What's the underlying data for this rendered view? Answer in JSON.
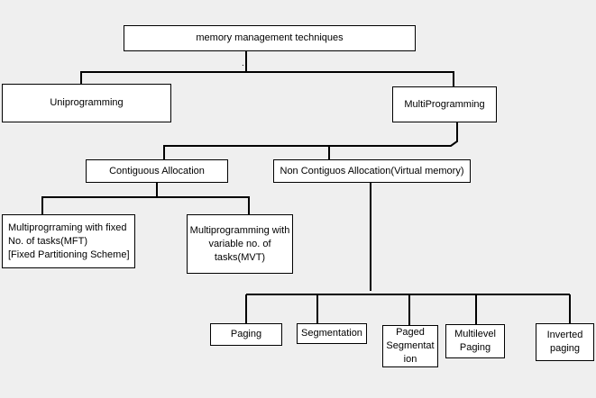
{
  "nodes": {
    "root": "memory management techniques",
    "uniprogramming": "Uniprogramming",
    "multiprogramming": "MultiProgramming",
    "contiguous": "Contiguous Allocation",
    "non_contiguous": "Non Contiguos Allocation(Virtual memory)",
    "mft": [
      "Multiprogrraming with fixed",
      "No. of tasks(MFT)",
      "[Fixed Partitioning Scheme]"
    ],
    "mvt": [
      "Multiprogramming with",
      "variable no. of",
      "tasks(MVT)"
    ],
    "paging": "Paging",
    "segmentation": "Segmentation",
    "paged_segmentation": [
      "Paged",
      "Segmentat",
      "ion"
    ],
    "multilevel_paging": [
      "Multilevel",
      "Paging"
    ],
    "inverted_paging": [
      "Inverted",
      "paging"
    ]
  },
  "decoration": {
    "dot": "."
  },
  "colors": {
    "background": "#efefef",
    "box_fill": "#ffffff",
    "stroke": "#000000"
  }
}
